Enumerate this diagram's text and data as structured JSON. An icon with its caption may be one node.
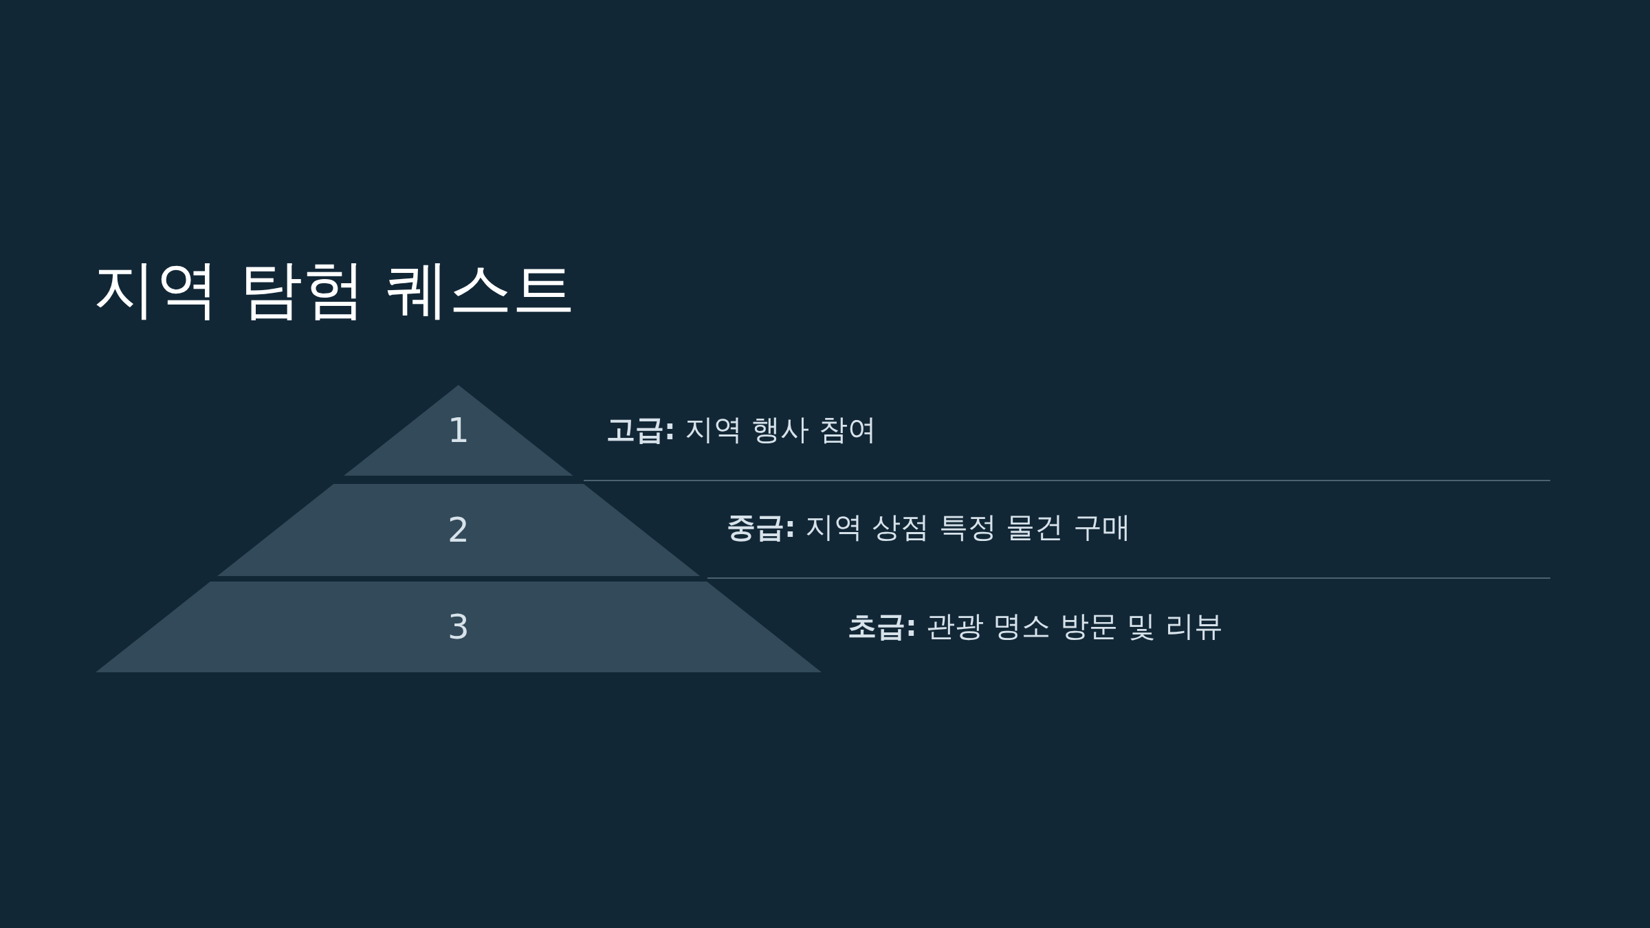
{
  "diagram": {
    "title": "지역 탐험 퀘스트",
    "nodes": [
      {
        "text": [
          "1"
        ],
        "beside": [
          "**고급:** 지역 행사 참여"
        ]
      },
      {
        "text": [
          "2"
        ],
        "beside": [
          "**중급:** 지역 상점 특정 물건 구매"
        ]
      },
      {
        "text": [
          "3"
        ],
        "beside": [
          "**초급:** 관광 명소 방문 및 리뷰"
        ]
      }
    ]
  }
}
